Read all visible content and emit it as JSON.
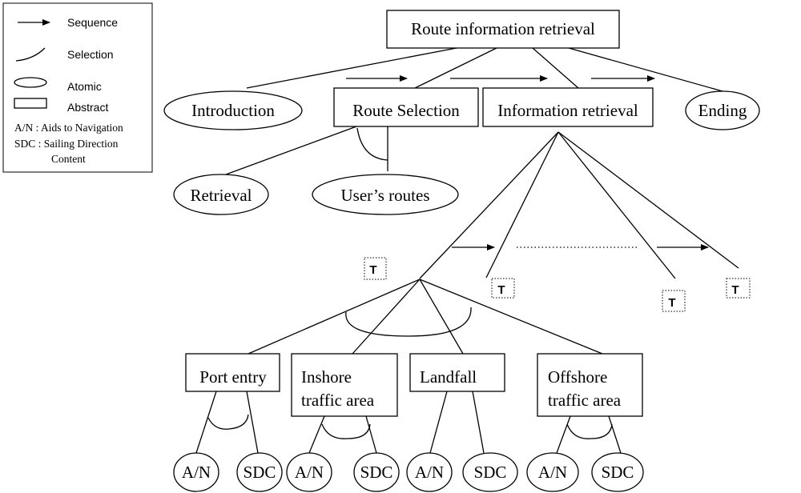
{
  "legend": {
    "sequence": "Sequence",
    "selection": "Selection",
    "atomic": "Atomic",
    "abstract": "Abstract",
    "note_an": "A/N : Aids to Navigation",
    "note_sdc_1": "SDC : Sailing Direction",
    "note_sdc_2": "Content"
  },
  "nodes": {
    "root": "Route information retrieval",
    "introduction": "Introduction",
    "route_selection": "Route Selection",
    "information_retrieval": "Information retrieval",
    "ending": "Ending",
    "retrieval": "Retrieval",
    "users_routes": "User’s routes",
    "port_entry": "Port entry",
    "inshore_1": "Inshore",
    "inshore_2": "traffic area",
    "landfall": "Landfall",
    "offshore_1": "Offshore",
    "offshore_2": "traffic area"
  },
  "leaves": {
    "an": "A/N",
    "sdc": "SDC"
  },
  "t_marker": "T"
}
